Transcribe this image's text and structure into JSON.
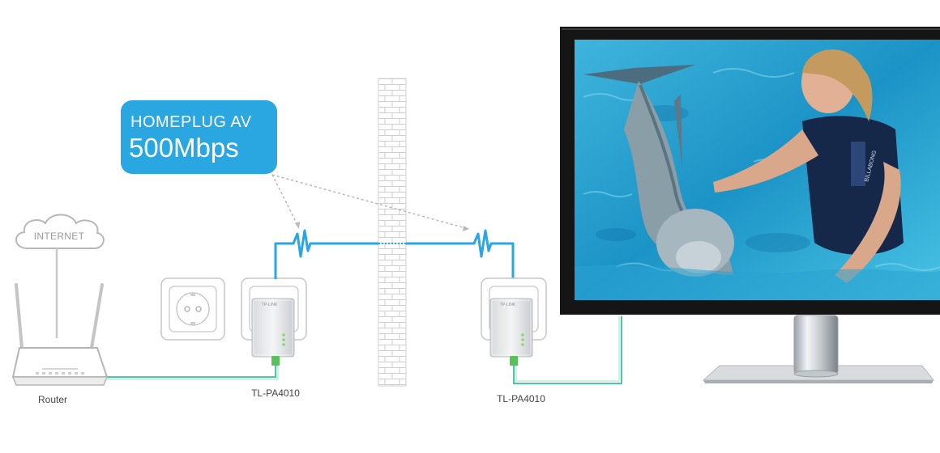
{
  "cloud": {
    "label": "INTERNET"
  },
  "badge": {
    "line1": "HOMEPLUG AV",
    "line2": "500Mbps"
  },
  "router": {
    "label": "Router"
  },
  "adapters": [
    {
      "label": "TL-PA4010",
      "brand": "TP-LINK"
    },
    {
      "label": "TL-PA4010",
      "brand": "TP-LINK"
    }
  ],
  "tv": {
    "screen_brand": "BILLABONG"
  },
  "colors": {
    "powerline": "#2aa6e0",
    "ethernet": "#49c9a6",
    "badge": "#2aa6e0",
    "wall_line": "#cfcfcf",
    "bezel": "#151515"
  }
}
